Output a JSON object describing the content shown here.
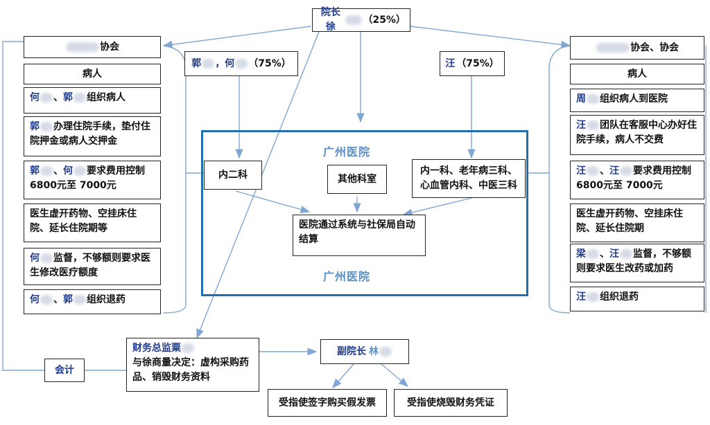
{
  "director": {
    "label": "院长徐",
    "pct": "（25%）"
  },
  "left_assoc": "协会",
  "left_patients": "病人",
  "left_steps": [
    {
      "n1": "何",
      "sep": "、",
      "n2": "郭",
      "text": "组织病人"
    },
    {
      "n1": "郭",
      "text": "办理住院手续，垫付住院押金或病人交押金"
    },
    {
      "n1": "郭",
      "sep": "、",
      "n2": "何",
      "text": "要求费用控制 6800元至 7000元"
    },
    {
      "text": "医生虚开药物、空挂床住院、延长住院期等"
    },
    {
      "n1": "何",
      "text": "监督，不够额则要求医生修改医疗额度"
    },
    {
      "n1": "何",
      "sep": "、",
      "n2": "郭",
      "text": "组织退药"
    }
  ],
  "right_assoc": "协会、协会",
  "right_patients": "病人",
  "right_steps": [
    {
      "n1": "周",
      "text": "组织病人到医院"
    },
    {
      "n1": "汪",
      "text": "团队在客服中心办好住院手续，病人不交费"
    },
    {
      "n1": "汪",
      "sep": "、",
      "n2": "汪",
      "text": "要求费用控制 6800元至 7000元"
    },
    {
      "text": "医生虚开药物、空挂床住院、延长住院期"
    },
    {
      "n1": "梁",
      "sep": "、",
      "n2": "汪",
      "text": "监督，不够额则要求医生改药或加药"
    },
    {
      "n1": "汪",
      "text": "组织退药"
    }
  ],
  "partners_left": {
    "n1": "郭",
    "mid": "，何",
    "pct": "（75%）"
  },
  "partners_right": {
    "n1": "汪",
    "pct": "（75%）"
  },
  "hospital_top": "广州医院",
  "hospital_bottom": "广州医院",
  "dept_left": "内二科",
  "dept_mid": "其他科室",
  "dept_right": "内一科、老年病三科、心血管内科、中医三科",
  "settlement": "医院通过系统与社保局自动结算",
  "finance": {
    "title": "财务总监粟",
    "text": "与徐商量决定：虚构采购药品、销毁财务资料"
  },
  "accountant": "会计",
  "vice": {
    "label": "副院长",
    "name": "林"
  },
  "fake_invoice": "受指使签字购买假发票",
  "destroy": "受指使烧毁财务凭证"
}
